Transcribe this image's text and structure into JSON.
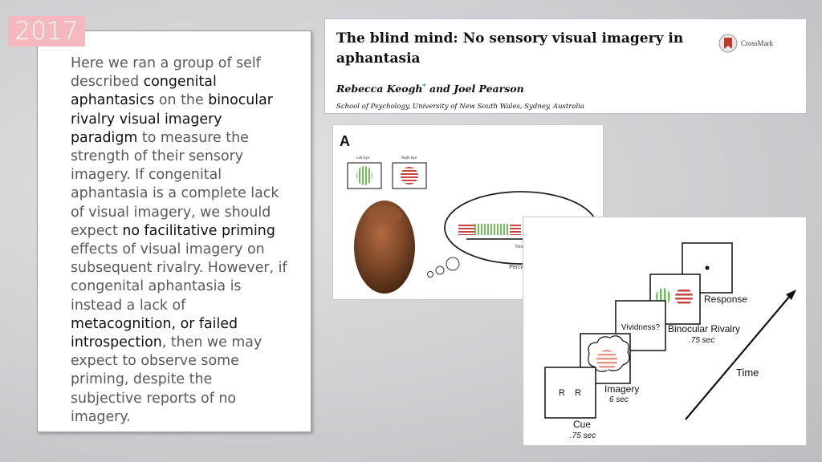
{
  "slide": {
    "year": "2017",
    "body_segments": [
      {
        "text": " Here we ran a group of self described ",
        "emphasis": false
      },
      {
        "text": "congenital aphantasics",
        "emphasis": true
      },
      {
        "text": " on the ",
        "emphasis": false
      },
      {
        "text": "binocular rivalry visual imagery paradigm",
        "emphasis": true
      },
      {
        "text": " to measure the strength of their sensory imagery. If congenital aphantasia is a complete lack of visual imagery, we should expect ",
        "emphasis": false
      },
      {
        "text": "no facilitative priming",
        "emphasis": true
      },
      {
        "text": " effects of visual imagery on subsequent rivalry. However, if congenital aphantasia is instead a lack of ",
        "emphasis": false
      },
      {
        "text": "metacognition, or failed introspection",
        "emphasis": true
      },
      {
        "text": ", then we may expect to observe some priming, despite the subjective reports of no imagery.",
        "emphasis": false
      }
    ]
  },
  "paper": {
    "title": "The blind mind: No sensory visual imagery in aphantasia",
    "authors": "Rebecca Keogh",
    "author_mark": "*",
    "authors_rest": " and Joel Pearson",
    "affiliation": "School of Psychology, University of New South Wales, Sydney, Australia",
    "crossmark": "CrossMark"
  },
  "figure_a": {
    "panel_label": "A",
    "left_eye": "Left Eye",
    "right_eye": "Right Eye",
    "time_label": "Time",
    "perception_label": "Perception"
  },
  "figure_b": {
    "response": "Response",
    "vividness": "Vividness?",
    "rivalry": "Binocular Rivalry",
    "rivalry_time": ".75 sec",
    "imagery": "Imagery",
    "imagery_time": "6 sec",
    "cue": "Cue",
    "cue_time": ".75 sec",
    "cue_letters": "R    R",
    "time_axis": "Time"
  },
  "colors": {
    "badge": "#f5b8bf",
    "green": "#6fbf5a",
    "red": "#c9423e",
    "link": "#2a6fb0"
  }
}
